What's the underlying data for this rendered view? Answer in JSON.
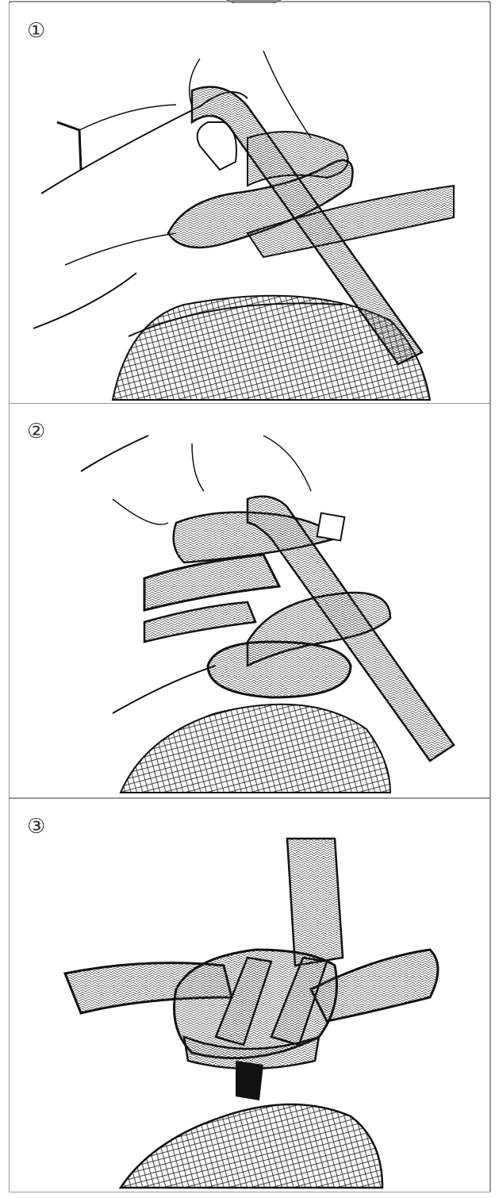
{
  "steps": [
    {
      "number": "①"
    },
    {
      "number": "②"
    },
    {
      "number": "③"
    }
  ],
  "icons": {
    "top_arrow": "arrow-down-icon"
  },
  "colors": {
    "ink": "#111111",
    "paper": "#ffffff",
    "border": "#888888",
    "shadow_gray": "#9a9a9a"
  }
}
